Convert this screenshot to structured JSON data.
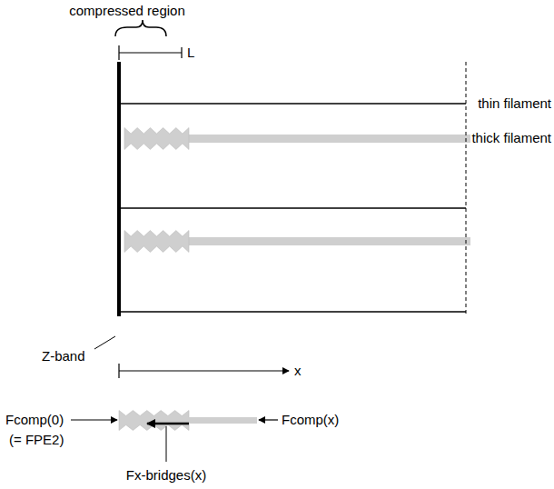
{
  "diagram": {
    "labels": [
      "compressed region",
      "L",
      "thin filament",
      "thick filament",
      "Z-band",
      "x",
      "Fcomp(0)",
      "(= FPE2)",
      "Fx-bridges(x)",
      "Fcomp(x)"
    ]
  }
}
